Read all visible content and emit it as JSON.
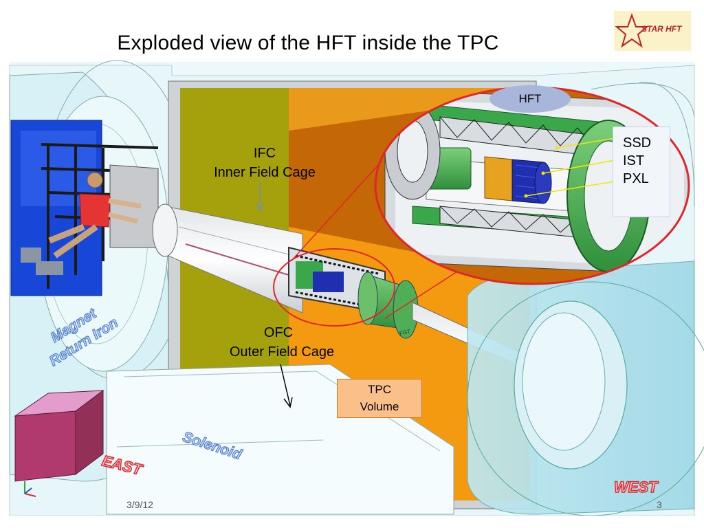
{
  "slide": {
    "title": "Exploded view of the HFT inside the TPC",
    "date": "3/9/12",
    "page_number": "3"
  },
  "logo": {
    "text": "STAR HFT"
  },
  "labels": {
    "ifc_abbrev": "IFC",
    "ifc_full": "Inner Field Cage",
    "ofc_abbrev": "OFC",
    "ofc_full": "Outer Field Cage",
    "tpc_line1": "TPC",
    "tpc_line2": "Volume",
    "hft": "HFT",
    "ssd": "SSD",
    "ist": "IST",
    "pxl": "PXL",
    "magnet_line1": "Magnet",
    "magnet_line2": "Return Iron",
    "solenoid": "Solenoid",
    "east": "EAST",
    "west": "WEST",
    "fgt": "FGT"
  },
  "colors": {
    "ifc_wall": "#a5a10d",
    "ofc_wall": "#f49a10",
    "inner_wall_dark": "#c46707",
    "magnet_iron": "#cfeff6",
    "callout_border": "#e0262b",
    "pixel_barrel": "#1f2fb0",
    "ist_barrel": "#e7a21f",
    "support_green": "#3aa84a"
  }
}
